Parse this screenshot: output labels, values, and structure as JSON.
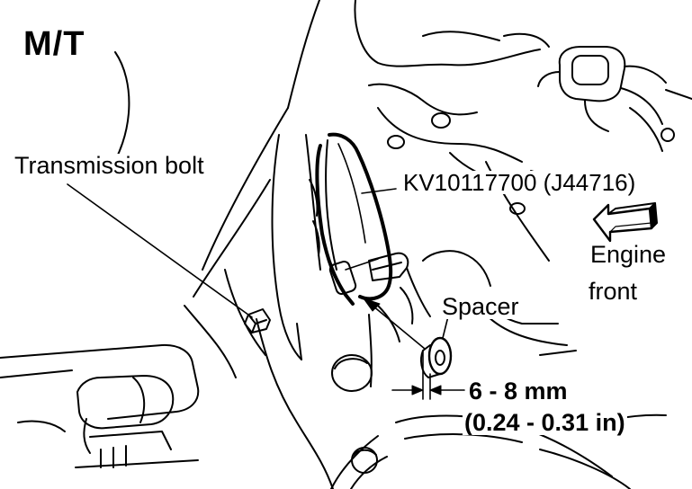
{
  "title": "M/T",
  "labels": {
    "transmission_bolt": "Transmission bolt",
    "tool": "KV10117700 (J44716)",
    "engine_front_line1": "Engine",
    "engine_front_line2": "front",
    "spacer": "Spacer",
    "dimension_mm": "6 - 8 mm",
    "dimension_in": "(0.24 - 0.31 in)"
  },
  "icons": {
    "direction": "arrow-engine-front-icon"
  },
  "colors": {
    "ink": "#000000",
    "paper": "#ffffff"
  }
}
